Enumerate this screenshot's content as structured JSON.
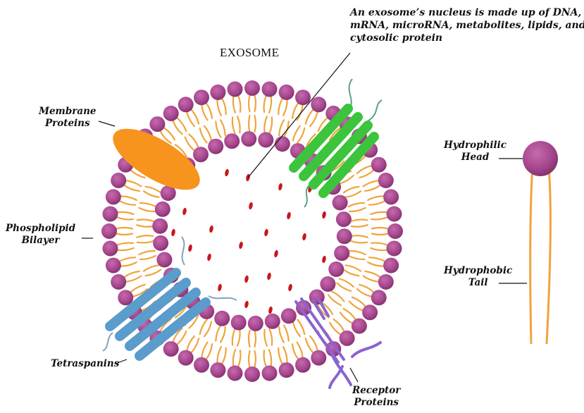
{
  "title": "EXOSOME",
  "labels": {
    "nucleus": [
      "An exosome’s nucleus is made up of DNA,",
      "mRNA, microRNA, metabolites, lipids, and",
      "cytosolic protein"
    ],
    "membrane_proteins": [
      "Membrane",
      "Proteins"
    ],
    "phospholipid_bilayer": [
      "Phospholipid",
      "Bilayer"
    ],
    "tetraspanins": [
      "Tetraspanins"
    ],
    "receptor_proteins": [
      "Receptor",
      "Proteins"
    ],
    "hydrophilic_head": [
      "Hydrophilic",
      "Head"
    ],
    "hydrophobic_tail": [
      "Hydrophobic",
      "Tail"
    ]
  },
  "colors": {
    "head": "#a8488f",
    "tail": "#f0a43a",
    "membrane_protein": "#f7941d",
    "receptor_tm": "#3cc43c",
    "tetraspanin": "#5a9ccc",
    "receptor_purple": "#8a63d2",
    "cargo": "#c9161d"
  }
}
